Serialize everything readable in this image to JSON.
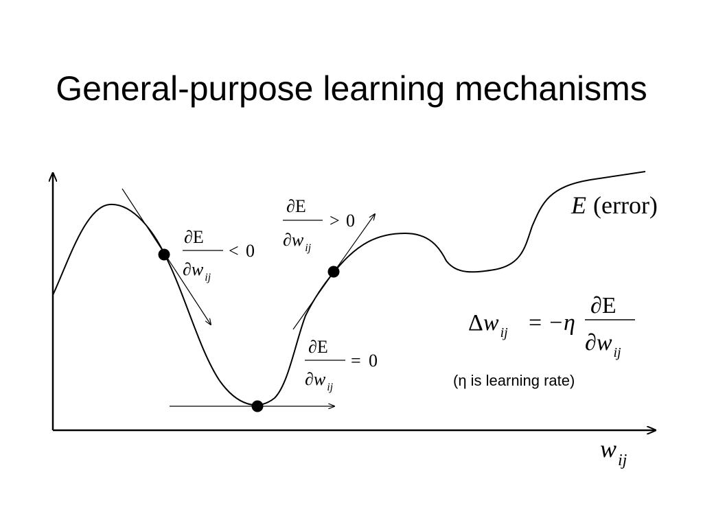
{
  "slide": {
    "title": "General-purpose learning mechanisms"
  },
  "diagram": {
    "curve_label": {
      "symbol": "E",
      "text": "(error)"
    },
    "axis_label": {
      "base": "w",
      "subscript": "ij"
    },
    "derivatives": {
      "partial": "∂",
      "numerator_var": "E",
      "denominator_var": "w",
      "subscript": "ij",
      "negative": {
        "relation": "<",
        "value": "0"
      },
      "positive": {
        "relation": ">",
        "value": "0"
      },
      "zero": {
        "relation": "=",
        "value": "0"
      }
    },
    "update_rule": {
      "delta": "Δ",
      "var": "w",
      "subscript": "ij",
      "equals": "=",
      "minus_eta": "−η",
      "partial": "∂",
      "numerator_var": "E",
      "denominator_var": "w"
    },
    "note": "(η is learning rate)"
  }
}
